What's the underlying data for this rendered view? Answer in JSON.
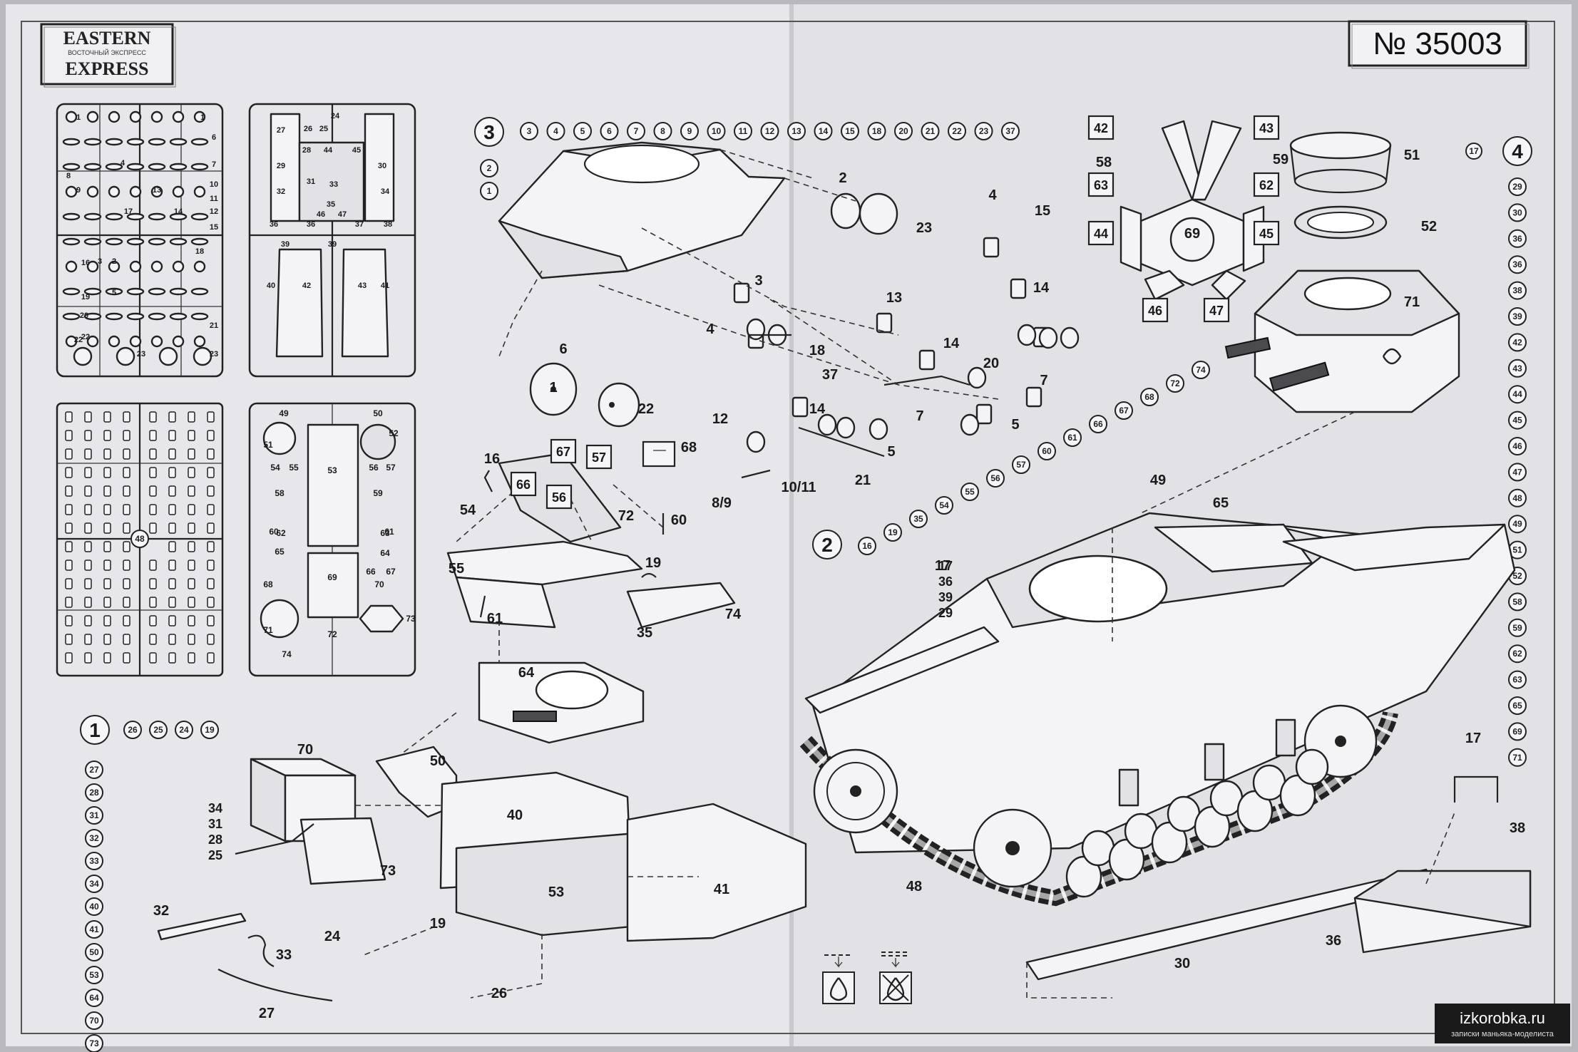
{
  "logo": {
    "line1": "EASTERN",
    "line2": "ВОСТОЧНЫЙ ЭКСПРЕСС",
    "line3": "EXPRESS"
  },
  "kit_number": "№ 35003",
  "watermark": {
    "site": "izkorobka.ru",
    "tagline": "записки маньяка-моделиста"
  },
  "steps": {
    "step1": {
      "number": "1",
      "top_parts": [
        "26",
        "25",
        "24",
        "19"
      ],
      "side_parts": [
        "27",
        "28",
        "31",
        "32",
        "33",
        "34",
        "40",
        "41",
        "50",
        "53",
        "64",
        "70",
        "73"
      ]
    },
    "step2": {
      "number": "2",
      "parts": [
        "16",
        "19",
        "35",
        "54",
        "55",
        "56",
        "57",
        "60",
        "61",
        "66",
        "67",
        "68",
        "72",
        "74"
      ]
    },
    "step3": {
      "number": "3",
      "parts": [
        "3",
        "4",
        "5",
        "6",
        "7",
        "8",
        "9",
        "10",
        "11",
        "12",
        "13",
        "14",
        "15",
        "18",
        "20",
        "21",
        "22",
        "23",
        "37"
      ],
      "side_parts": [
        "2",
        "1"
      ]
    },
    "step4": {
      "number": "4",
      "top_part": "17",
      "side_parts": [
        "29",
        "30",
        "36",
        "36",
        "38",
        "39",
        "42",
        "43",
        "44",
        "45",
        "46",
        "47",
        "48",
        "49",
        "51",
        "52",
        "58",
        "59",
        "62",
        "63",
        "65",
        "69",
        "71"
      ]
    }
  },
  "sprue_labels": {
    "sprue_a": [
      "1",
      "1",
      "6",
      "7",
      "8",
      "9",
      "10",
      "11",
      "12",
      "15",
      "16",
      "18",
      "19",
      "20",
      "21",
      "22",
      "22",
      "23",
      "23",
      "2",
      "3",
      "4",
      "5",
      "13",
      "14",
      "17"
    ],
    "sprue_b": [
      "24",
      "25",
      "26",
      "27",
      "28",
      "29",
      "30",
      "31",
      "32",
      "33",
      "34",
      "35",
      "36",
      "36",
      "37",
      "38",
      "39",
      "39",
      "40",
      "41",
      "42",
      "43",
      "44",
      "45",
      "46",
      "47"
    ],
    "sprue_tracks": [
      "48"
    ],
    "sprue_c": [
      "49",
      "50",
      "51",
      "52",
      "53",
      "54",
      "55",
      "56",
      "57",
      "58",
      "59",
      "60",
      "61",
      "62",
      "63",
      "64",
      "65",
      "66",
      "67",
      "68",
      "69",
      "70",
      "71",
      "72",
      "73",
      "74"
    ]
  },
  "step1_callouts": {
    "stack": [
      "34",
      "31",
      "28",
      "25"
    ],
    "labels": [
      "70",
      "64",
      "50",
      "40",
      "53",
      "41",
      "73",
      "32",
      "33",
      "24",
      "19",
      "26",
      "27"
    ]
  },
  "step2_callouts": [
    "67",
    "57",
    "68",
    "16",
    "66",
    "54",
    "56",
    "72",
    "60",
    "55",
    "19",
    "61",
    "74",
    "35"
  ],
  "step3_callouts": [
    "2",
    "23",
    "4",
    "15",
    "3",
    "13",
    "14",
    "4",
    "18",
    "14",
    "20",
    "7",
    "6",
    "1",
    "22",
    "37",
    "14",
    "12",
    "7",
    "5",
    "5",
    "8/9",
    "10/11",
    "21"
  ],
  "step4_callouts": {
    "turret": [
      "42",
      "43",
      "58",
      "59",
      "63",
      "62",
      "44",
      "45",
      "69",
      "46",
      "47",
      "51",
      "52",
      "71"
    ],
    "hull": [
      "49",
      "65",
      "17",
      "36",
      "39",
      "29",
      "48",
      "30",
      "36",
      "17",
      "38"
    ],
    "hull_stack": [
      "17",
      "36",
      "39",
      "29"
    ]
  },
  "legend": {
    "icon1": "glue",
    "icon2": "no-glue"
  }
}
